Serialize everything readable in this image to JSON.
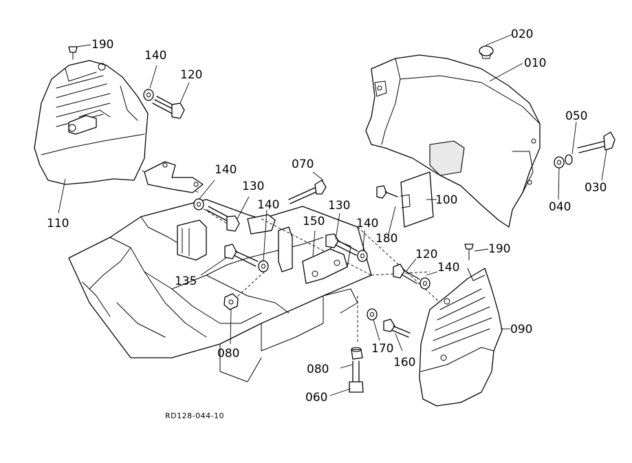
{
  "diagram": {
    "drawing_code": "RD128-044-10",
    "labels": {
      "l010": "010",
      "l020": "020",
      "l030": "030",
      "l040": "040",
      "l050": "050",
      "l060": "060",
      "l070": "070",
      "l080a": "080",
      "l080b": "080",
      "l090": "090",
      "l100": "100",
      "l110": "110",
      "l120a": "120",
      "l120b": "120",
      "l130a": "130",
      "l130b": "130",
      "l135": "135",
      "l140a": "140",
      "l140b": "140",
      "l140c": "140",
      "l140d": "140",
      "l140e": "140",
      "l150": "150",
      "l160": "160",
      "l170": "170",
      "l180": "180",
      "l190a": "190",
      "l190b": "190"
    }
  }
}
